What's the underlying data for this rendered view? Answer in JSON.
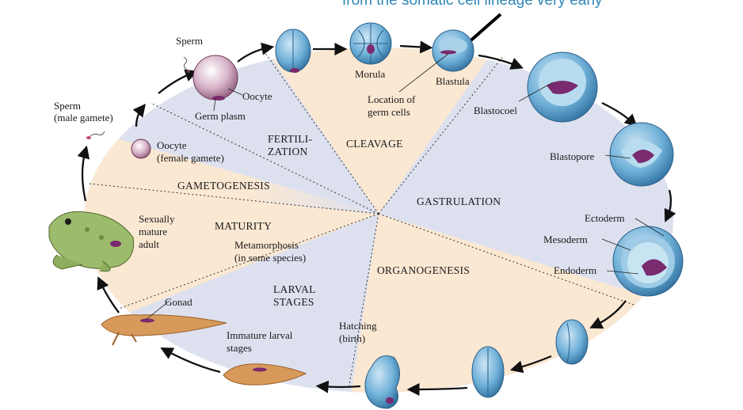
{
  "caption": "from the somatic cell lineage very early",
  "stages": {
    "fertilization_1": "FERTILI-",
    "fertilization_2": "ZATION",
    "cleavage": "CLEAVAGE",
    "gastrulation": "GASTRULATION",
    "organogenesis": "ORGANOGENESIS",
    "larval_1": "LARVAL",
    "larval_2": "STAGES",
    "maturity": "MATURITY",
    "gametogenesis": "GAMETOGENESIS"
  },
  "labels": {
    "sperm": "Sperm",
    "sperm_male_1": "Sperm",
    "sperm_male_2": "(male gamete)",
    "oocyte": "Oocyte",
    "germ_plasm": "Germ plasm",
    "oocyte_female_1": "Oocyte",
    "oocyte_female_2": "(female gamete)",
    "morula": "Morula",
    "blastula": "Blastula",
    "location_1": "Location of",
    "location_2": "germ cells",
    "blastocoel": "Blastocoel",
    "blastopore": "Blastopore",
    "ectoderm": "Ectoderm",
    "mesoderm": "Mesoderm",
    "endoderm": "Endoderm",
    "adult_1": "Sexually",
    "adult_2": "mature",
    "adult_3": "adult",
    "metamorphosis_1": "Metamorphosis",
    "metamorphosis_2": "(in some species)",
    "hatching_1": "Hatching",
    "hatching_2": "(birth)",
    "gonad": "Gonad",
    "immature_1": "Immature larval",
    "immature_2": "stages"
  },
  "colors": {
    "peach": "#fbe8d2",
    "lavender": "#dde1ef",
    "embryo": "#5ea2cc",
    "germ": "#7a2a6e",
    "oocyte": "#c8a0b8",
    "frog": "#9dbb6c",
    "tadpole": "#d89a5a",
    "caption": "#2e86b8"
  }
}
